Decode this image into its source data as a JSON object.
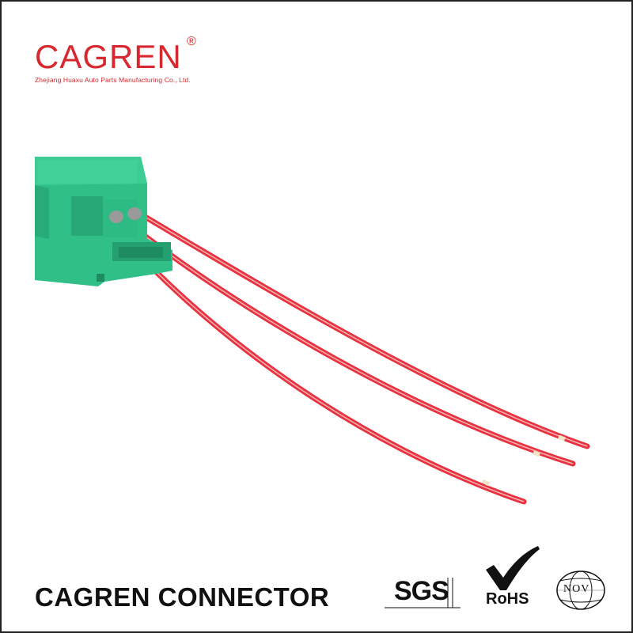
{
  "brand": {
    "name": "CAGREN",
    "registered_mark": "®",
    "company": "Zhejiang Huaxu Auto Parts Manufacturing Co., Ltd."
  },
  "footer": {
    "title": "CAGREN CONNECTOR"
  },
  "certifications": {
    "sgs": "SGS",
    "rohs": "RoHS",
    "nov": "NOV"
  },
  "product": {
    "connector_color": "#2fbf87",
    "wire_color": "#e8323f",
    "wire_stripe_color": "#f6d6d6",
    "wire_count": 3
  },
  "colors": {
    "brand_red": "#d7282f",
    "text_dark": "#111111"
  }
}
